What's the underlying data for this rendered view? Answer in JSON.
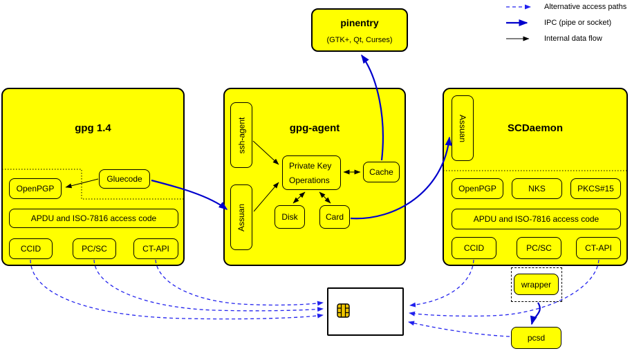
{
  "legend": {
    "items": [
      {
        "label": "Alternative access paths"
      },
      {
        "label": "IPC (pipe or socket)"
      },
      {
        "label": "Internal data flow"
      }
    ]
  },
  "pinentry": {
    "title": "pinentry",
    "subtitle": "(GTK+, Qt, Curses)"
  },
  "gpg14": {
    "title": "gpg 1.4",
    "openpgp": "OpenPGP",
    "gluecode": "Gluecode",
    "apdu": "APDU and ISO-7816 access code",
    "ccid": "CCID",
    "pcsc": "PC/SC",
    "ctapi": "CT-API"
  },
  "gpg_agent": {
    "title": "gpg-agent",
    "ssh_agent": "ssh-agent",
    "assuan": "Assuan",
    "pko_line1": "Private Key",
    "pko_line2": "Operations",
    "cache": "Cache",
    "disk": "Disk",
    "card": "Card"
  },
  "scdaemon": {
    "title": "SCDaemon",
    "assuan": "Assuan",
    "openpgp": "OpenPGP",
    "nks": "NKS",
    "pkcs15": "PKCS#15",
    "apdu": "APDU and ISO-7816 access code",
    "ccid": "CCID",
    "pcsc": "PC/SC",
    "ctapi": "CT-API"
  },
  "wrapper": {
    "label": "wrapper"
  },
  "pcsd": {
    "label": "pcsd"
  },
  "icons": {
    "smartcard": "smartcard-chip-icon"
  },
  "colors": {
    "box_fill": "#FFFF00",
    "border": "#000000",
    "ipc_blue": "#0000CC",
    "alt_blue": "#2222EE",
    "chip_gold": "#EEC500"
  }
}
